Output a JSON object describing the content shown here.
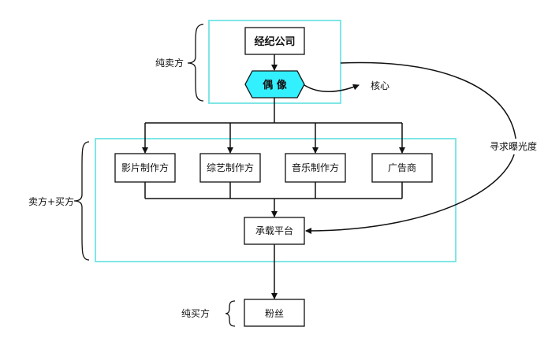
{
  "groups": {
    "pure_seller": "纯卖方",
    "seller_buyer": "卖方+买方",
    "pure_buyer": "纯买方"
  },
  "nodes": {
    "agency": "经纪公司",
    "idol": "偶 像",
    "film": "影片制作方",
    "variety": "综艺制作方",
    "music": "音乐制作方",
    "advertiser": "广告商",
    "platform": "承载平台",
    "fans": "粉丝"
  },
  "annotations": {
    "core": "核心",
    "seek_exposure": "寻求曝光度"
  },
  "colors": {
    "group_border": "#7fe6e6",
    "idol_fill": "#33f0ff",
    "line": "#111111"
  }
}
